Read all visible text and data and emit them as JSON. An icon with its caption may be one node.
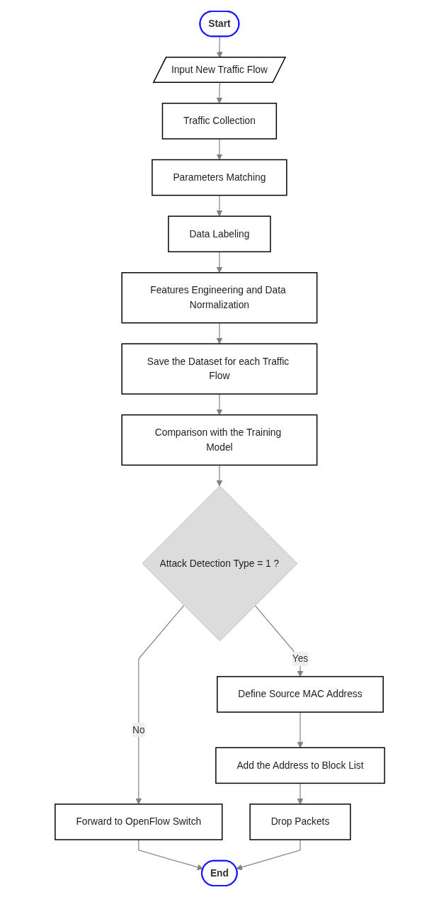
{
  "diagram": {
    "nodes": [
      {
        "text": [
          "Start"
        ]
      },
      {
        "text": [
          "Input New Traffic Flow"
        ]
      },
      {
        "text": [
          "Traffic Collection"
        ]
      },
      {
        "text": [
          "Parameters Matching"
        ]
      },
      {
        "text": [
          "Data Labeling"
        ]
      },
      {
        "text": [
          "Features Engineering and Data Normalization"
        ]
      },
      {
        "text": [
          "Save the Dataset for each Traffic Flow"
        ]
      },
      {
        "text": [
          "Comparison with the Training Model"
        ]
      },
      {
        "text": [
          "Attack Detection Type = 1 ?"
        ]
      },
      {
        "text": [
          "Forward to OpenFlow Switch"
        ]
      },
      {
        "text": [
          "Define Source MAC Address"
        ]
      },
      {
        "text": [
          "Add the Address to Block List"
        ]
      },
      {
        "text": [
          "Drop Packets"
        ]
      },
      {
        "text": [
          "End"
        ]
      }
    ],
    "edges": [
      {
        "from": 0,
        "to": 1,
        "arrow": "to"
      },
      {
        "from": 1,
        "to": 2,
        "arrow": "to"
      },
      {
        "from": 2,
        "to": 3,
        "arrow": "to"
      },
      {
        "from": 3,
        "to": 4,
        "arrow": "to"
      },
      {
        "from": 4,
        "to": 5,
        "arrow": "to"
      },
      {
        "from": 5,
        "to": 6,
        "arrow": "to"
      },
      {
        "from": 6,
        "to": 7,
        "arrow": "to"
      },
      {
        "from": 7,
        "to": 8,
        "arrow": "to"
      },
      {
        "from": 8,
        "to": 9,
        "label": "No",
        "arrow": "to"
      },
      {
        "from": 8,
        "to": 10,
        "label": "Yes",
        "arrow": "to"
      },
      {
        "from": 10,
        "to": 11,
        "arrow": "to"
      },
      {
        "from": 11,
        "to": 12,
        "arrow": "to"
      },
      {
        "from": 9,
        "to": 13,
        "arrow": "to"
      },
      {
        "from": 12,
        "to": 13,
        "arrow": "to"
      }
    ]
  }
}
